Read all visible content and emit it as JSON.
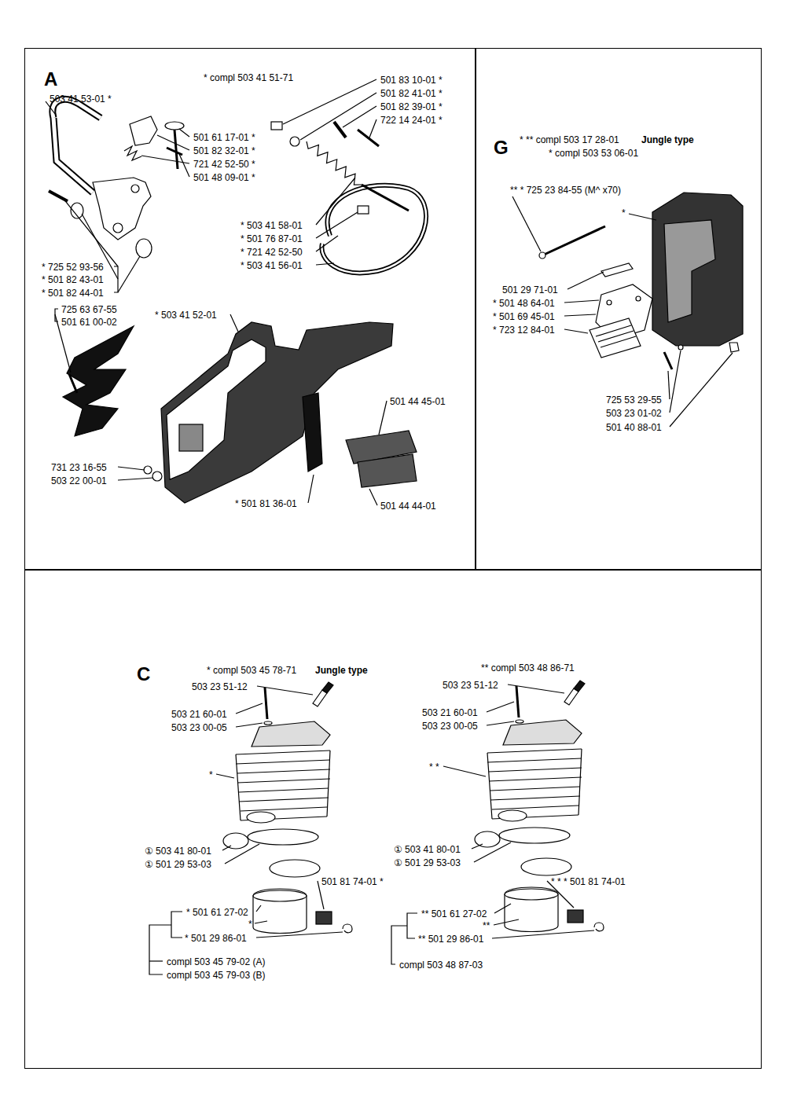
{
  "diagram": {
    "nodes": [
      {
        "text": [
          "A",
          "* compl 503 41 51-71",
          "503 41 53-01 *",
          "501 61 17-01 *",
          "501 82 32-01 *",
          "721 42 52-50 *",
          "501 48 09-01 *",
          "501 83 10-01 *",
          "501 82 41-01 *",
          "501 82 39-01 *",
          "722 14 24-01 *",
          "* 503 41 58-01",
          "* 501 76 87-01",
          "* 721 42 52-50",
          "* 503 41 56-01",
          "* 725 52 93-56",
          "* 501 82 43-01",
          "* 501 82 44-01",
          "725 63 67-55",
          "501 61 00-02",
          "* 503 41 52-01",
          "501 44 45-01",
          "731 23 16-55",
          "503 22 00-01",
          "* 501 81 36-01",
          "501 44 44-01"
        ]
      },
      {
        "text": [
          "G",
          "* ** compl 503 17 28-01",
          "Jungle type",
          "* compl 503 53 06-01",
          "** * 725 23 84-55 (M^ x70)",
          "*",
          "501 29 71-01",
          "* 501 48 64-01",
          "* 501 69 45-01",
          "* 723 12 84-01",
          "725 53 29-55",
          "503 23 01-02",
          "501 40 88-01"
        ]
      },
      {
        "text": [
          "C",
          "* compl 503 45 78-71",
          "Jungle type",
          "503 23 51-12",
          "503 21 60-01",
          "503 23 00-05",
          "*",
          "① 503 41 80-01",
          "① 501 29 53-03",
          "501 81 74-01 *",
          "* 501 61 27-02",
          "*",
          "* 501 29 86-01",
          "compl 503 45 79-02 (A)",
          "compl 503 45 79-03 (B)",
          "** compl 503 48 86-71",
          "503 23 51-12",
          "503 21 60-01",
          "503 23 00-05",
          "* *",
          "① 503 41 80-01",
          "① 501 29 53-03",
          "* * * 501 81 74-01",
          "** 501 61 27-02",
          "**",
          "** 501 29 86-01",
          "compl 503 48 87-03"
        ]
      }
    ]
  }
}
